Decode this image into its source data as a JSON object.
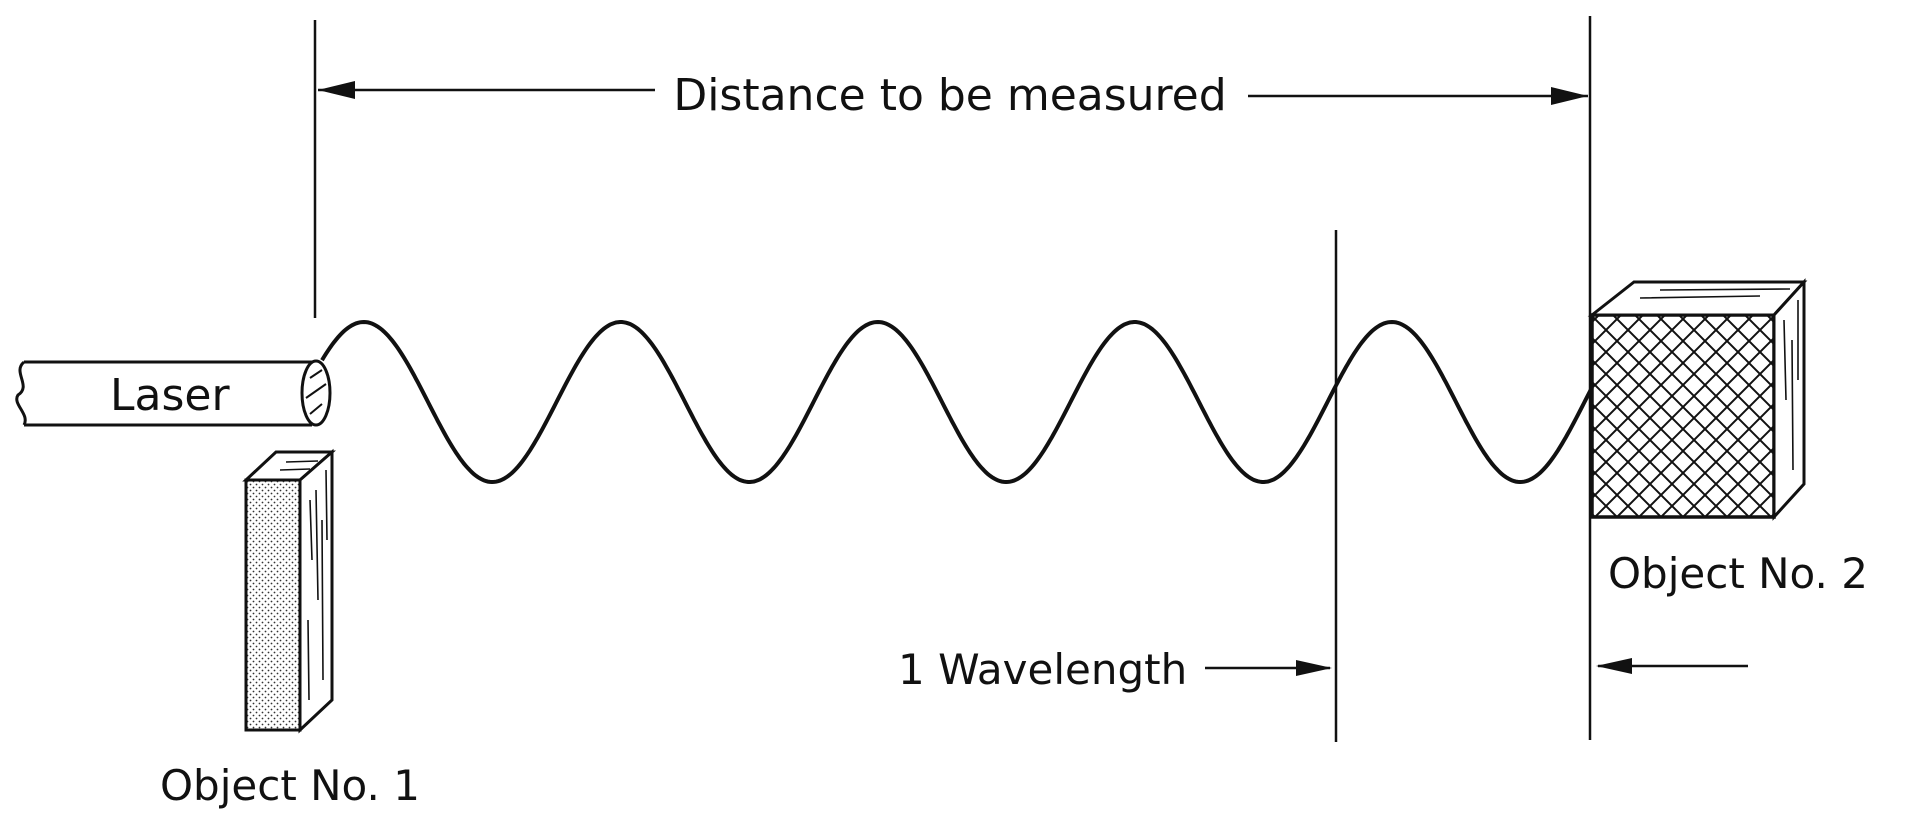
{
  "labels": {
    "distance": "Distance to be measured",
    "laser": "Laser",
    "object1": "Object No. 1",
    "object2": "Object No. 2",
    "wavelength": "1 Wavelength"
  },
  "colors": {
    "ink": "#111111",
    "background": "#ffffff"
  }
}
